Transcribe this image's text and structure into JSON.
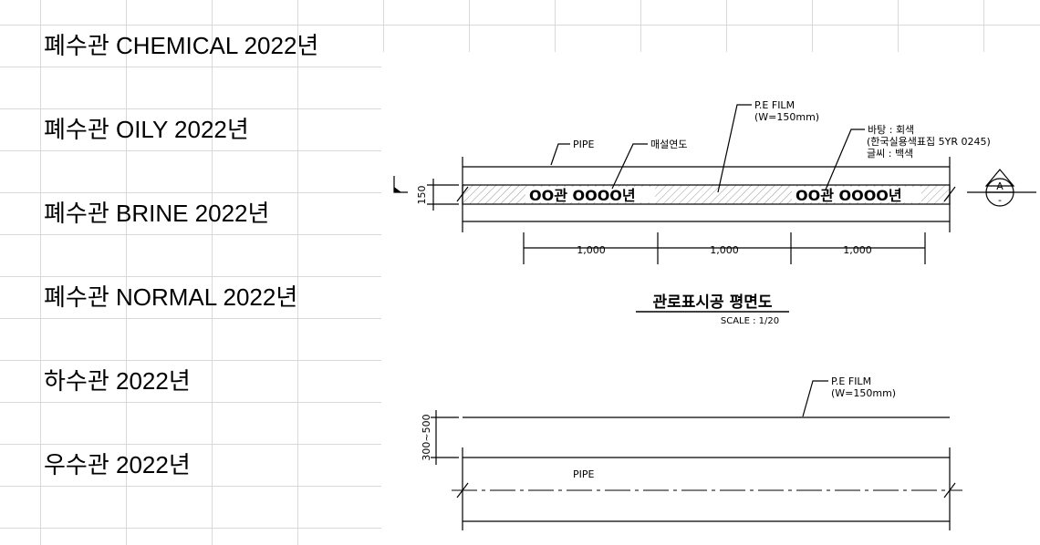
{
  "sheet": {
    "cells": [
      "폐수관 CHEMICAL 2022년",
      "폐수관 OILY 2022년",
      "폐수관 BRINE 2022년",
      "폐수관 NORMAL 2022년",
      "하수관 2022년",
      "우수관 2022년"
    ]
  },
  "drawing": {
    "plan": {
      "film_label": "P.E FILM",
      "film_width": "(W=150mm)",
      "pipe_label": "PIPE",
      "burial_year_label": "매설연도",
      "background_note": "바탕 : 회색",
      "color_ref_note": "(한국실용색표집 5YR 0245)",
      "text_note": "글씨 : 백색",
      "band_height_dim": "150",
      "marking_text": [
        "OO관 OOOO년",
        "OO관 OOOO년"
      ],
      "spacing_dims": [
        "1,000",
        "1,000",
        "1,000"
      ],
      "section_mark": "A",
      "section_mark_sub": "-",
      "title": "관로표시공 평면도",
      "scale": "SCALE : 1/20"
    },
    "section": {
      "film_label": "P.E FILM",
      "film_width": "(W=150mm)",
      "depth_dim": "300~500",
      "pipe_label": "PIPE"
    }
  },
  "colors": {
    "grid": "#d9d9d9",
    "ink": "#000000",
    "hatch": "#9a9a9a"
  }
}
